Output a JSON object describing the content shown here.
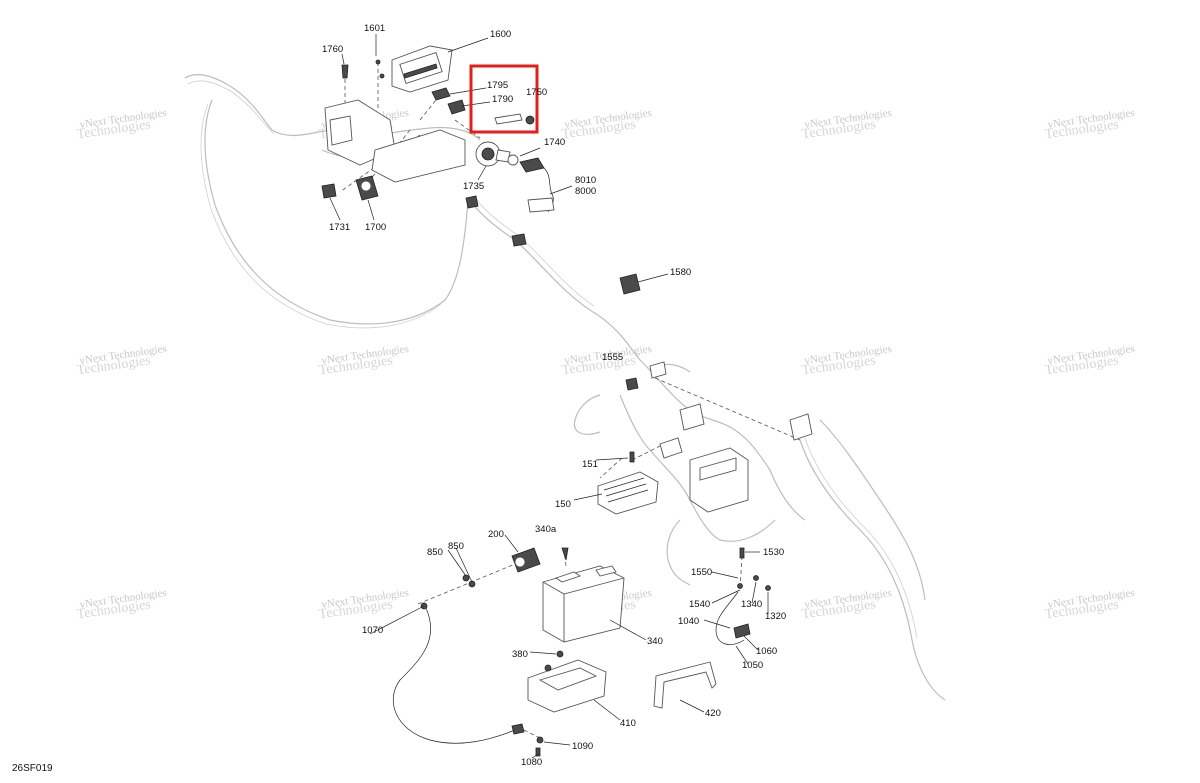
{
  "diagram": {
    "reference_code": "26SF019",
    "highlight_color": "#e0201b",
    "watermark": {
      "line1": "vNext Technologies",
      "line2": "Technologies"
    },
    "callouts": {
      "c1601": "1601",
      "c1600": "1600",
      "c1760": "1760",
      "c1795": "1795",
      "c1790": "1790",
      "c1750": "1750",
      "c1740": "1740",
      "c1735": "1735",
      "c8010": "8010",
      "c8000": "8000",
      "c1731": "1731",
      "c1700": "1700",
      "c1580": "1580",
      "c1555": "1555",
      "c151": "151",
      "c150": "150",
      "c200": "200",
      "c340a": "340a",
      "c850a": "850",
      "c850b": "850",
      "c1530": "1530",
      "c1550": "1550",
      "c1540": "1540",
      "c1340": "1340",
      "c1320": "1320",
      "c1040": "1040",
      "c1060": "1060",
      "c1050": "1050",
      "c1070": "1070",
      "c340": "340",
      "c380": "380",
      "c410": "410",
      "c420": "420",
      "c1090": "1090",
      "c1080": "1080"
    }
  }
}
